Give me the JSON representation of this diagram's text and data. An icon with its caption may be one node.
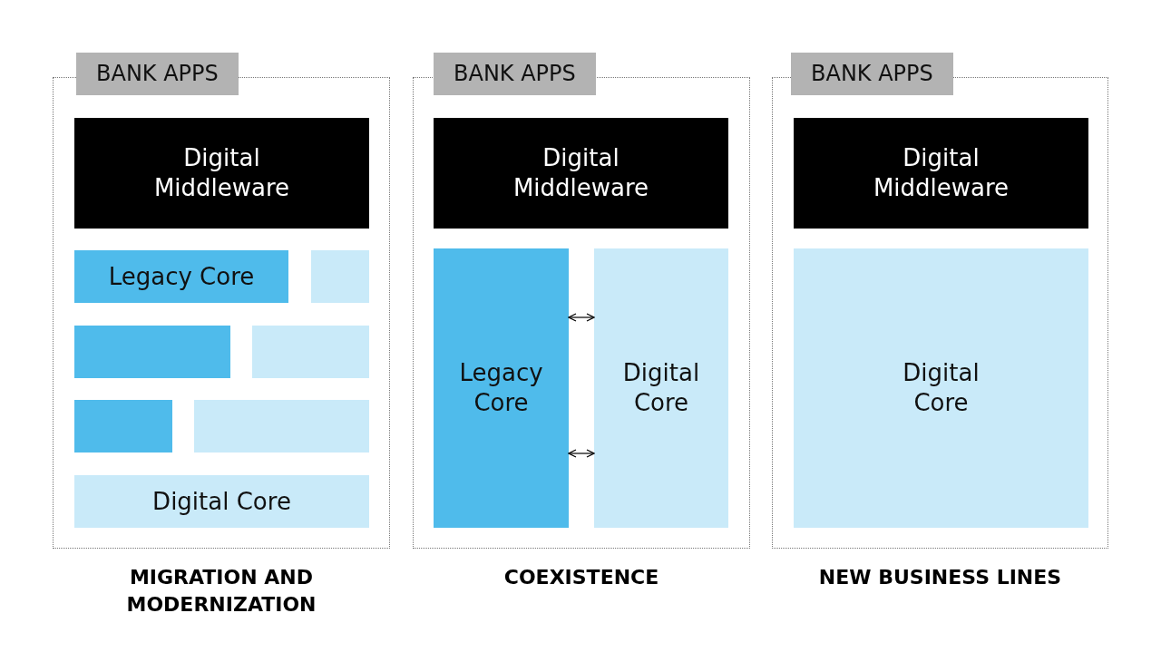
{
  "diagram": {
    "nodes": [
      {
        "text": [
          "BANK APPS"
        ],
        "beside": [
          "MIGRATION AND MODERNIZATION"
        ]
      },
      {
        "text": [
          "Digital Middleware"
        ],
        "in": 0
      },
      {
        "text": [
          "Legacy Core"
        ],
        "in": 0
      },
      {
        "text": [],
        "shape": "box",
        "in": 0
      },
      {
        "text": [],
        "shape": "box",
        "in": 0
      },
      {
        "text": [],
        "shape": "box",
        "in": 0
      },
      {
        "text": [],
        "shape": "box",
        "in": 0
      },
      {
        "text": [],
        "shape": "box",
        "in": 0
      },
      {
        "text": [
          "Digital Core"
        ],
        "in": 0
      },
      {
        "text": [
          "BANK APPS"
        ],
        "beside": [
          "COEXISTENCE"
        ]
      },
      {
        "text": [
          "Digital Middleware"
        ],
        "in": 9
      },
      {
        "text": [
          "Legacy Core"
        ],
        "in": 9
      },
      {
        "text": [
          "Digital Core"
        ],
        "in": 9
      },
      {
        "text": [
          "BANK APPS"
        ],
        "beside": [
          "NEW BUSINESS LINES"
        ]
      },
      {
        "text": [
          "Digital Middleware"
        ],
        "in": 13
      },
      {
        "text": [
          "Digital Core"
        ],
        "in": 13
      }
    ],
    "edges": [
      {
        "from": 11,
        "to": 12,
        "arrow": "both"
      },
      {
        "from": 11,
        "to": 12,
        "arrow": "both"
      }
    ]
  }
}
